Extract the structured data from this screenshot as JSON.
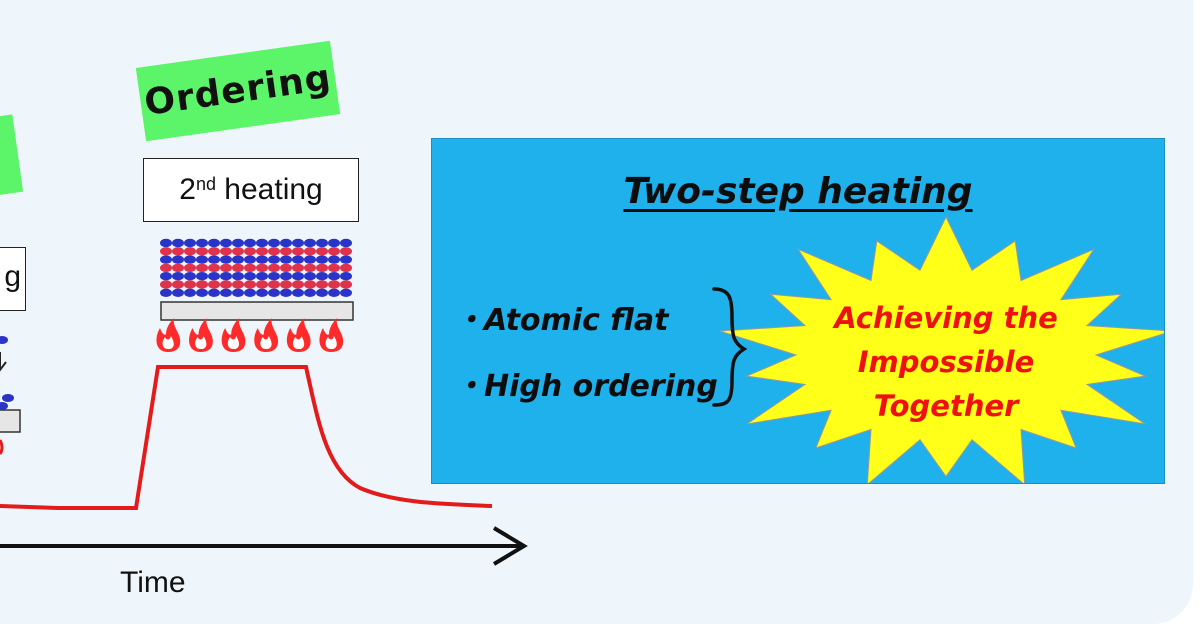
{
  "tags": {
    "ordering": "Ordering"
  },
  "labels": {
    "second_heating_prefix": "2",
    "second_heating_sup": "nd",
    "second_heating_suffix": " heating",
    "first_heating_fragment": "g"
  },
  "axis": {
    "time_label": "Time"
  },
  "panel": {
    "title": "Two-step heating",
    "bullets": [
      "・Atomic flat",
      "・High ordering"
    ],
    "burst_lines": [
      "Achieving the",
      "Impossible",
      "Together"
    ]
  },
  "colors": {
    "tag_green": "#5cf56a",
    "panel_blue": "#1eb1ec",
    "burst_yellow": "#ffff1a",
    "burst_text_red": "#ee1111",
    "profile_red": "#e31b1b",
    "atom_red": "#e0324a",
    "atom_blue": "#2a34c8",
    "flame_red": "#ff2a2a"
  },
  "icons": [
    "flame-icon",
    "arrow-right-icon",
    "curly-brace-icon",
    "starburst-icon"
  ]
}
